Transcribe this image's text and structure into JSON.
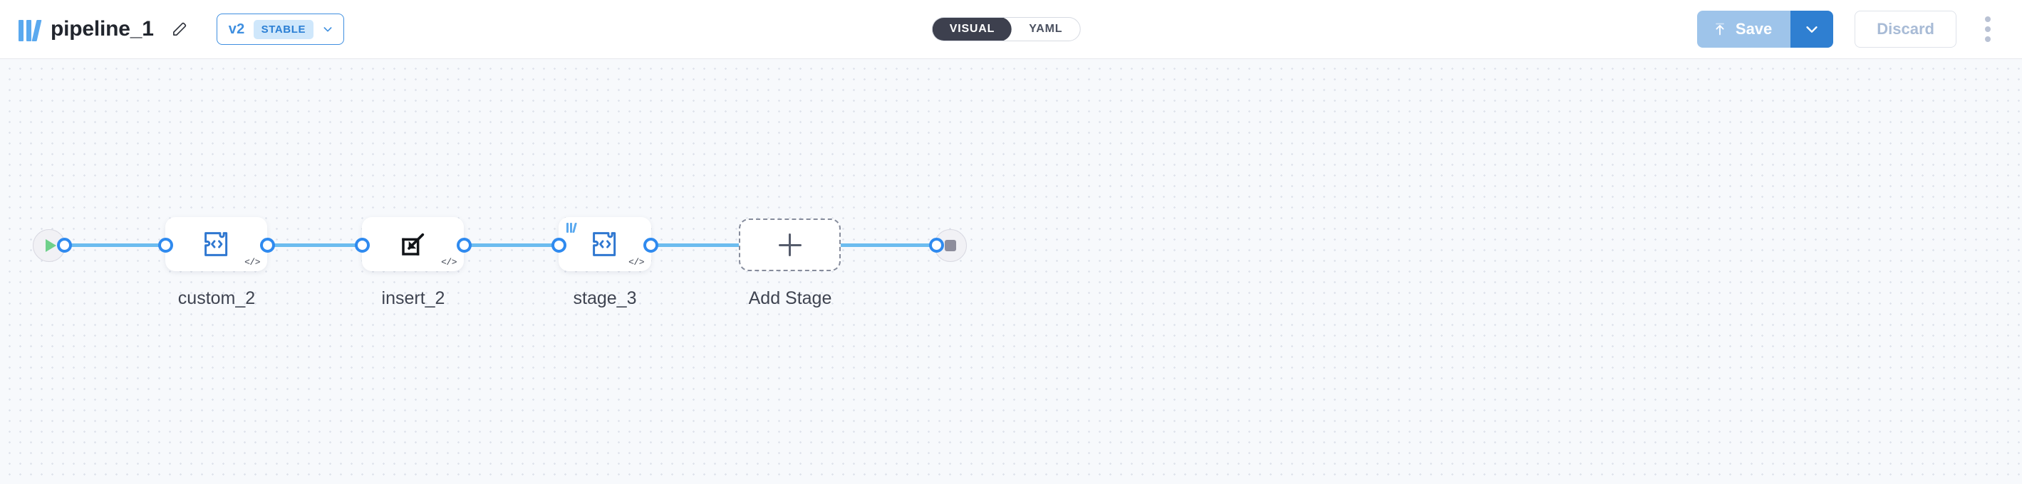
{
  "header": {
    "logo_icon": "pipeline-bars-logo",
    "title": "pipeline_1",
    "edit_icon": "pencil-icon",
    "version": {
      "label": "v2",
      "badge": "STABLE",
      "chevron_icon": "chevron-down-icon"
    },
    "view_toggle": {
      "options": [
        {
          "label": "VISUAL",
          "active": true
        },
        {
          "label": "YAML",
          "active": false
        }
      ]
    },
    "actions": {
      "save_label": "Save",
      "save_icon": "upload-arrow-icon",
      "save_caret_icon": "chevron-down-icon",
      "discard_label": "Discard",
      "kebab_icon": "more-vertical-icon"
    }
  },
  "canvas": {
    "start_node": {
      "name": "start",
      "icon": "play-icon"
    },
    "end_node": {
      "name": "end",
      "icon": "stop-icon"
    },
    "stages": [
      {
        "label": "custom_2",
        "icon": "puzzle-code-icon",
        "badge": "</>",
        "has_logo": false
      },
      {
        "label": "insert_2",
        "icon": "insert-arrow-icon",
        "badge": "</>",
        "has_logo": false
      },
      {
        "label": "stage_3",
        "icon": "puzzle-code-icon",
        "badge": "</>",
        "has_logo": true
      }
    ],
    "add_stage": {
      "label": "Add Stage",
      "icon": "plus-icon"
    }
  },
  "colors": {
    "accent_blue": "#2f8aef",
    "edge_blue": "#6cbcef",
    "canvas_bg": "#f7f9fc",
    "toggle_active_bg": "#3d404e",
    "save_disabled": "#9ec4ea"
  }
}
